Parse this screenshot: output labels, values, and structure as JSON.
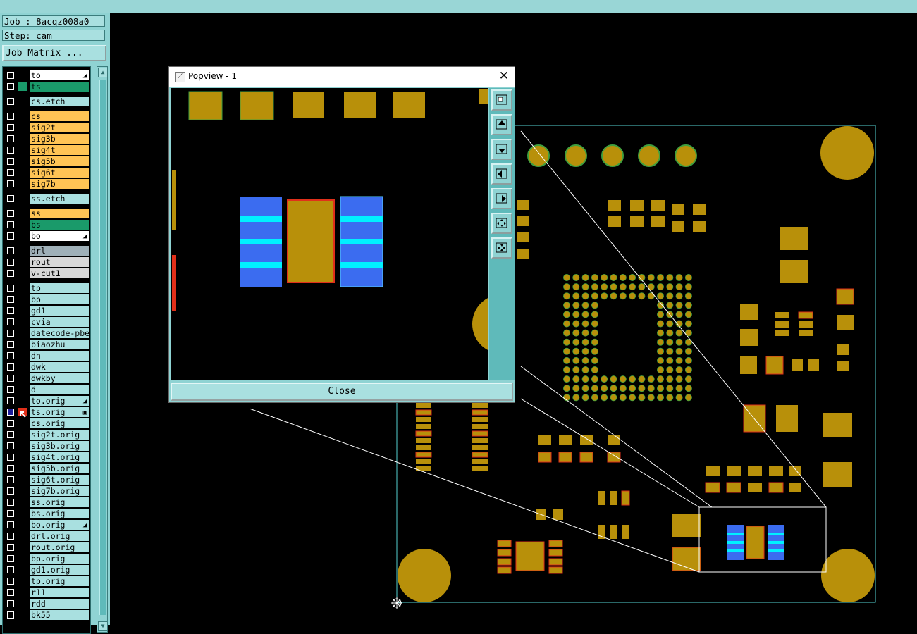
{
  "job": {
    "job_label": "Job : 8acqz008a0",
    "step_label": "Step: cam",
    "matrix_button": "Job Matrix ..."
  },
  "layers": [
    {
      "name": "to",
      "color": "#ffffff",
      "mark": "◢"
    },
    {
      "name": "ts",
      "color": "#1a9a6a",
      "sq": "#1a9a6a"
    },
    {
      "name": "cs.etch",
      "color": "#a9e0e0",
      "gap_before": true
    },
    {
      "name": "cs",
      "color": "#ffc455",
      "gap_before": true
    },
    {
      "name": "sig2t",
      "color": "#ffc455"
    },
    {
      "name": "sig3b",
      "color": "#ffc455"
    },
    {
      "name": "sig4t",
      "color": "#ffc455"
    },
    {
      "name": "sig5b",
      "color": "#ffc455"
    },
    {
      "name": "sig6t",
      "color": "#ffc455"
    },
    {
      "name": "sig7b",
      "color": "#ffc455"
    },
    {
      "name": "ss.etch",
      "color": "#a9e0e0",
      "gap_before": true
    },
    {
      "name": "ss",
      "color": "#ffc455",
      "gap_before": true
    },
    {
      "name": "bs",
      "color": "#1a9a6a"
    },
    {
      "name": "bo",
      "color": "#ffffff",
      "mark": "◢"
    },
    {
      "name": "drl",
      "color": "#9fb0b8",
      "gap_before": true
    },
    {
      "name": "rout",
      "color": "#d8d8d8"
    },
    {
      "name": "v-cut1",
      "color": "#d8d8d8"
    },
    {
      "name": "tp",
      "color": "#a9e0e0",
      "gap_before": true
    },
    {
      "name": "bp",
      "color": "#a9e0e0"
    },
    {
      "name": "gd1",
      "color": "#a9e0e0"
    },
    {
      "name": "cvia",
      "color": "#a9e0e0"
    },
    {
      "name": "datecode-pbe",
      "color": "#a9e0e0"
    },
    {
      "name": "biaozhu",
      "color": "#a9e0e0"
    },
    {
      "name": "dh",
      "color": "#a9e0e0"
    },
    {
      "name": "dwk",
      "color": "#a9e0e0"
    },
    {
      "name": "dwkby",
      "color": "#a9e0e0"
    },
    {
      "name": "d",
      "color": "#a9e0e0"
    },
    {
      "name": "to.orig",
      "color": "#a9e0e0",
      "mark": "◢"
    },
    {
      "name": "ts.orig",
      "color": "#a9e0e0",
      "mark": "▣",
      "selected": true
    },
    {
      "name": "cs.orig",
      "color": "#a9e0e0"
    },
    {
      "name": "sig2t.orig",
      "color": "#a9e0e0"
    },
    {
      "name": "sig3b.orig",
      "color": "#a9e0e0"
    },
    {
      "name": "sig4t.orig",
      "color": "#a9e0e0"
    },
    {
      "name": "sig5b.orig",
      "color": "#a9e0e0"
    },
    {
      "name": "sig6t.orig",
      "color": "#a9e0e0"
    },
    {
      "name": "sig7b.orig",
      "color": "#a9e0e0"
    },
    {
      "name": "ss.orig",
      "color": "#a9e0e0"
    },
    {
      "name": "bs.orig",
      "color": "#a9e0e0"
    },
    {
      "name": "bo.orig",
      "color": "#a9e0e0",
      "mark": "◢"
    },
    {
      "name": "drl.orig",
      "color": "#a9e0e0"
    },
    {
      "name": "rout.orig",
      "color": "#a9e0e0"
    },
    {
      "name": "bp.orig",
      "color": "#a9e0e0"
    },
    {
      "name": "gd1.orig",
      "color": "#a9e0e0"
    },
    {
      "name": "tp.orig",
      "color": "#a9e0e0"
    },
    {
      "name": "r11",
      "color": "#a9e0e0"
    },
    {
      "name": "rdd",
      "color": "#a9e0e0"
    },
    {
      "name": "bk55",
      "color": "#a9e0e0"
    }
  ],
  "popup": {
    "title": "Popview - 1",
    "close_label": "Close",
    "side_buttons": [
      "zoom-window-icon",
      "pan-up-icon",
      "pan-down-icon",
      "pan-left-icon",
      "pan-right-icon",
      "zoom-in-icon",
      "zoom-out-icon"
    ]
  },
  "colors": {
    "pad": "#b8900a",
    "pad_outline_red": "#e0301a",
    "pad_outline_green": "#3f9f3f",
    "blue_pad": "#3b6cf0",
    "cyan_stripe": "#00f0ff",
    "profile": "#55d0d0",
    "panel": "#8fd3d3"
  }
}
